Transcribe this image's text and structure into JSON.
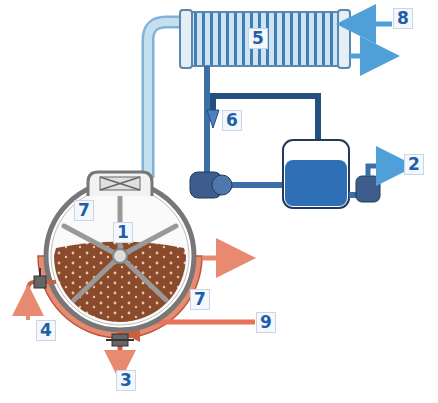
{
  "diagram": {
    "labels": [
      "8",
      "5",
      "6",
      "2",
      "7",
      "1",
      "7",
      "4",
      "9",
      "3"
    ]
  }
}
